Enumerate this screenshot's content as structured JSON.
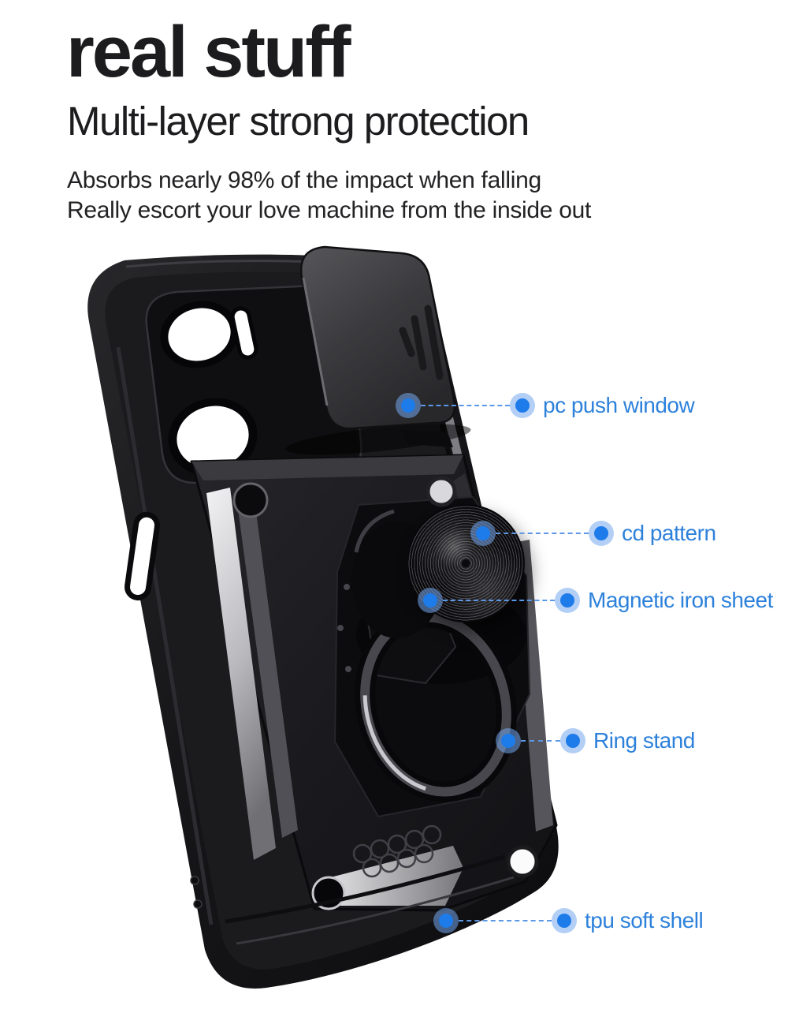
{
  "header": {
    "title": "real stuff",
    "subtitle": "Multi-layer strong protection",
    "description": [
      "Absorbs nearly 98% of the impact when falling",
      "Really escort your love machine from the inside out"
    ]
  },
  "callouts": [
    {
      "label": "pc push window"
    },
    {
      "label": "cd pattern"
    },
    {
      "label": "Magnetic iron sheet"
    },
    {
      "label": "Ring stand"
    },
    {
      "label": "tpu soft shell"
    }
  ],
  "colors": {
    "background": "#ffffff",
    "heading_text": "#1c1c1e",
    "label_text": "#2d81db",
    "callout_dot": "#1d7bea",
    "callout_halo": "#a9c8f0",
    "dashed_line": "#5b98e6",
    "case_black": "#141416",
    "cover_gray": "#3c3c3f",
    "bevel_silver": "#d9d9dc"
  }
}
